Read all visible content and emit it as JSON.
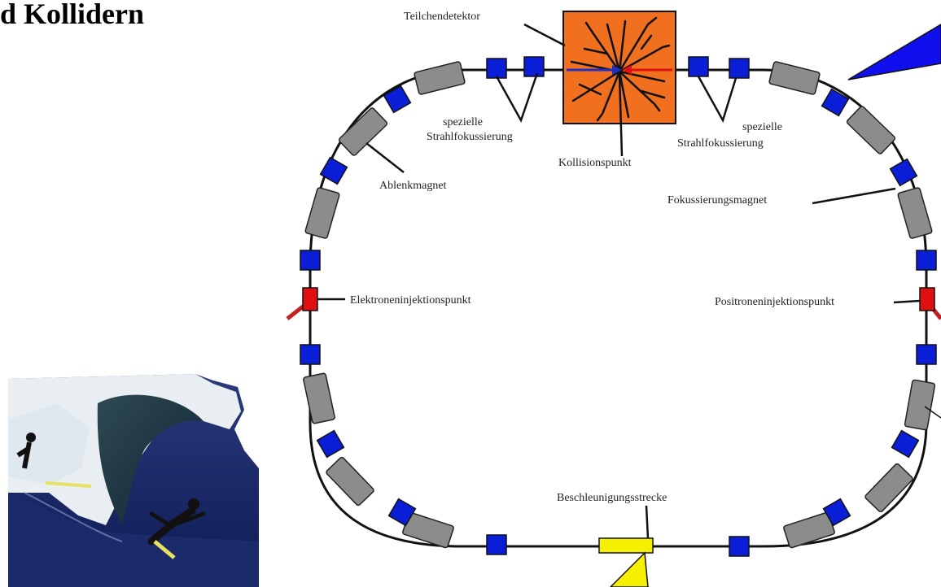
{
  "slide": {
    "title": "d Kollidern"
  },
  "diagram": {
    "labels": {
      "detector": "Teilchendetektor",
      "focus_left_1": "spezielle",
      "focus_left_2": "Strahlfokussierung",
      "focus_right_1": "spezielle",
      "focus_right_2": "Strahlfokussierung",
      "collision": "Kollisionspunkt",
      "bending": "Ablenkmagnet",
      "focusing": "Fokussierungsmagnet",
      "electron_inj": "Elektroneninjektionspunkt",
      "positron_inj": "Positroneninjektionspunkt",
      "acceleration": "Beschleunigungsstrecke"
    },
    "colors": {
      "bending_magnet": "#8c8c8c",
      "focus_magnet": "#0a1ed8",
      "injection": "#e01010",
      "detector": "#f07020",
      "accelerator": "#f5f000",
      "callout_blue": "#1010ee",
      "callout_yellow": "#f5f000"
    }
  },
  "image": {
    "subject": "surfer-on-big-wave-photo"
  }
}
